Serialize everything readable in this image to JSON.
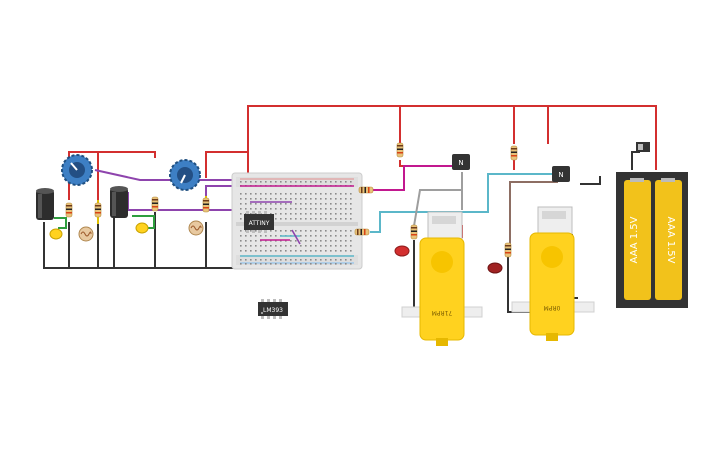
{
  "chips": {
    "mcu_label": "ATTINY",
    "comparator_label": "LM393"
  },
  "transistors": {
    "left_label": "N",
    "right_label": "N"
  },
  "motors": {
    "left_label": "71RPM",
    "right_label": "0RPM"
  },
  "battery": {
    "cell1_label": "AAA 1.5V",
    "cell2_label": "AAA 1.5V"
  },
  "colors": {
    "wire_red": "#d32f2f",
    "wire_black": "#333333",
    "wire_purple": "#8e44ad",
    "wire_magenta": "#c2188f",
    "wire_teal": "#5bb7c9",
    "wire_green": "#2e9e3e",
    "wire_brown": "#8d6e63",
    "wire_grey": "#9e9e9e",
    "wire_yellow": "#e0c000",
    "motor_yellow": "#ffd21f",
    "breadboard": "#e6e6e6",
    "battery_case": "#333333",
    "battery_cell": "#f2c21b",
    "pot_blue": "#3d7fc4"
  }
}
